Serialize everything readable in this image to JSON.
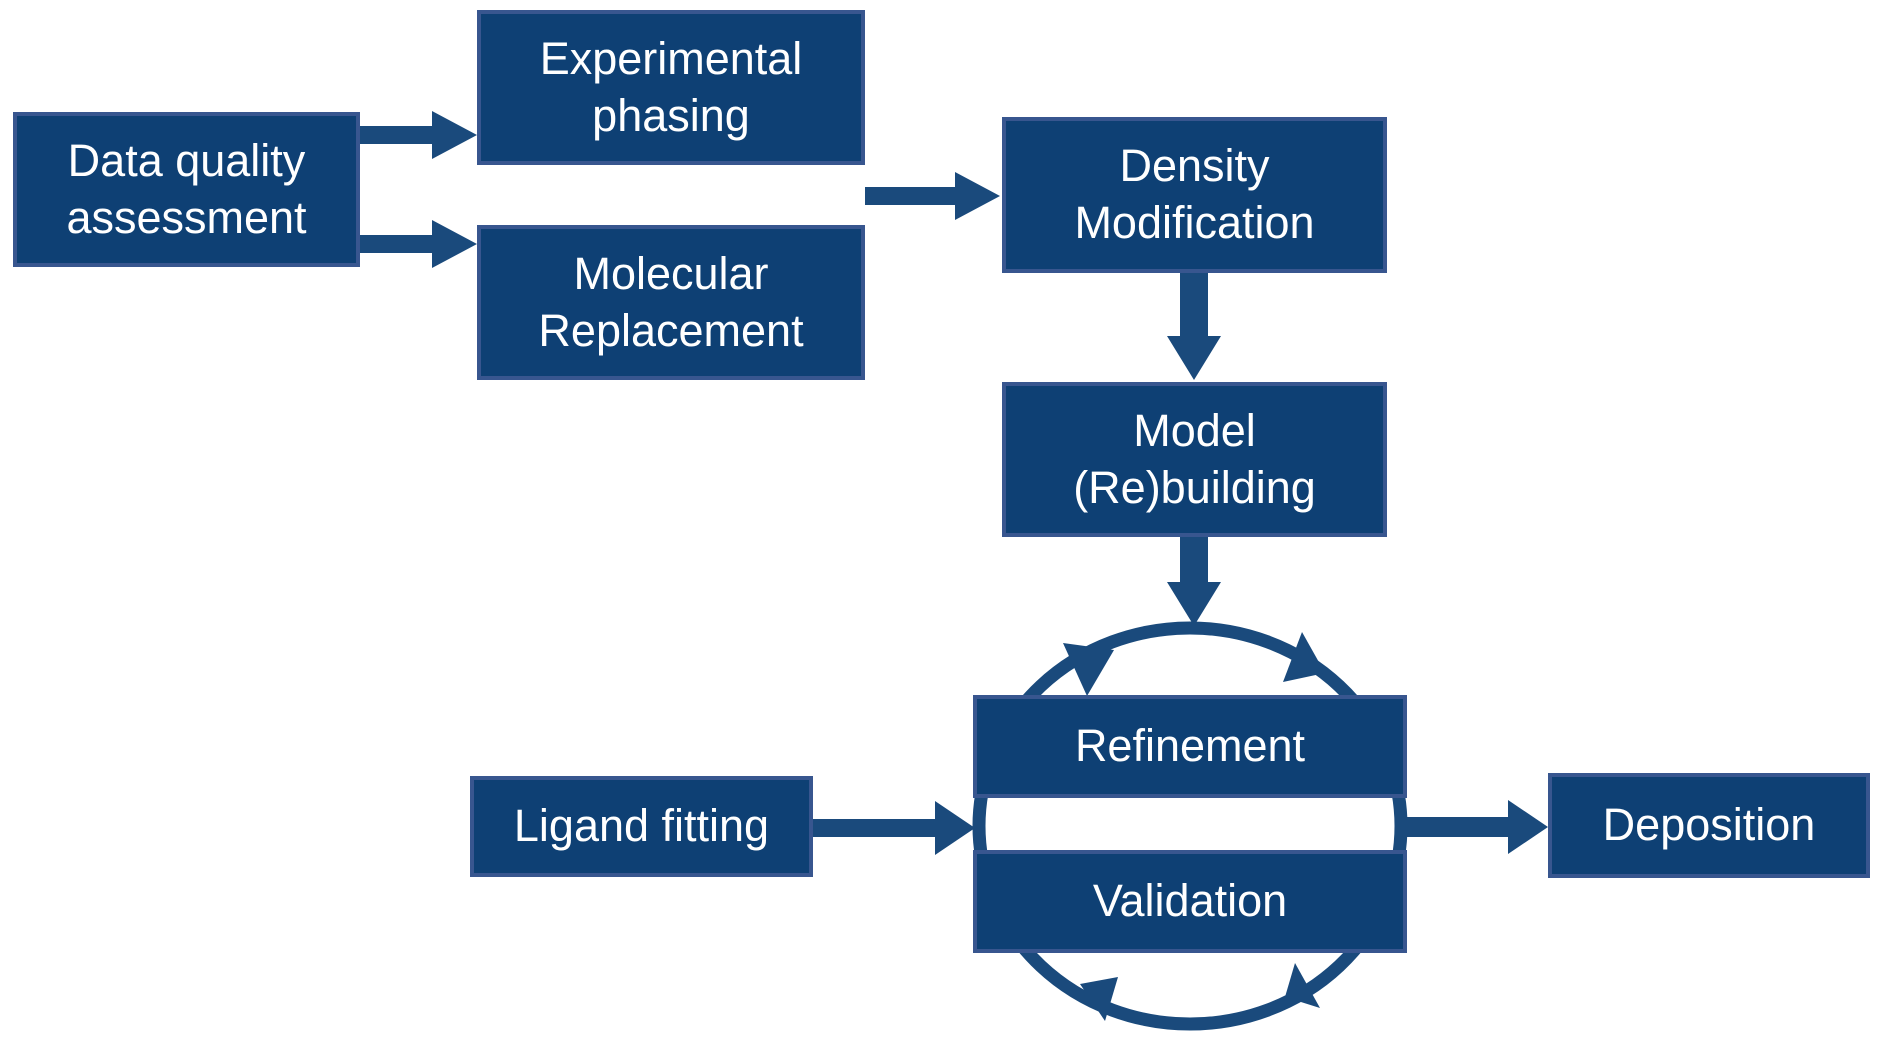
{
  "diagram": {
    "nodes": {
      "data_quality_assessment": {
        "label": "Data quality assessment"
      },
      "experimental_phasing": {
        "label": "Experimental phasing"
      },
      "molecular_replacement": {
        "label": "Molecular Replacement"
      },
      "density_modification": {
        "label": "Density Modification"
      },
      "model_rebuilding": {
        "label": "Model (Re)building"
      },
      "refinement": {
        "label": "Refinement"
      },
      "validation": {
        "label": "Validation"
      },
      "ligand_fitting": {
        "label": "Ligand fitting"
      },
      "deposition": {
        "label": "Deposition"
      }
    },
    "edges": [
      {
        "from": "Data quality assessment",
        "to": "Experimental phasing"
      },
      {
        "from": "Data quality assessment",
        "to": "Molecular Replacement"
      },
      {
        "from": "Experimental phasing / Molecular Replacement",
        "to": "Density Modification"
      },
      {
        "from": "Density Modification",
        "to": "Model (Re)building"
      },
      {
        "from": "Model (Re)building",
        "to": "Refinement / Validation cycle"
      },
      {
        "from": "Ligand fitting",
        "to": "Refinement / Validation cycle"
      },
      {
        "from": "Refinement / Validation cycle",
        "to": "Deposition"
      },
      {
        "from": "Refinement",
        "to": "Validation",
        "type": "cycle"
      }
    ],
    "colors": {
      "box_fill": "#0e4074",
      "box_border": "#38568f",
      "arrow": "#1a4a7c",
      "text": "#ffffff",
      "background": "#ffffff"
    }
  }
}
